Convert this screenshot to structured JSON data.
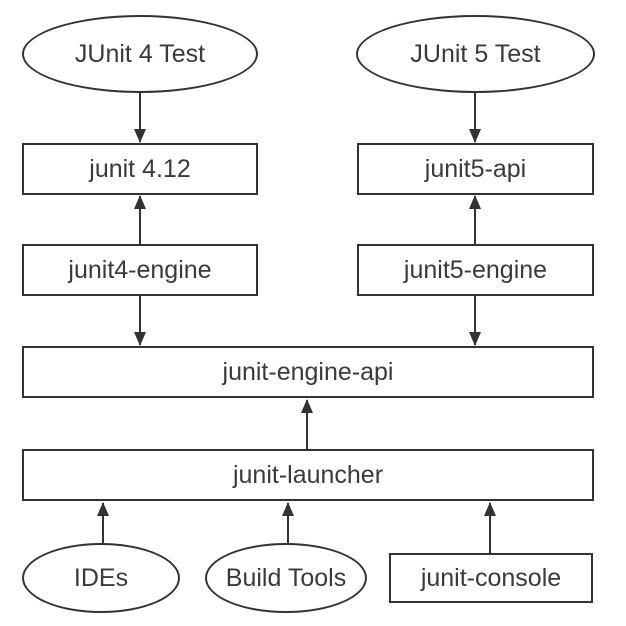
{
  "diagram": {
    "description": "JUnit 5 architecture module diagram",
    "colors": {
      "background": "#ffffff",
      "stroke": "#333333",
      "text": "#3a3a3a"
    },
    "nodes": {
      "junit4_test": {
        "label": "JUnit 4 Test",
        "shape": "ellipse"
      },
      "junit5_test": {
        "label": "JUnit 5 Test",
        "shape": "ellipse"
      },
      "junit_412": {
        "label": "junit 4.12",
        "shape": "rect"
      },
      "junit5_api": {
        "label": "junit5-api",
        "shape": "rect"
      },
      "junit4_engine": {
        "label": "junit4-engine",
        "shape": "rect"
      },
      "junit5_engine": {
        "label": "junit5-engine",
        "shape": "rect"
      },
      "junit_engine_api": {
        "label": "junit-engine-api",
        "shape": "rect"
      },
      "junit_launcher": {
        "label": "junit-launcher",
        "shape": "rect"
      },
      "ides": {
        "label": "IDEs",
        "shape": "ellipse"
      },
      "build_tools": {
        "label": "Build Tools",
        "shape": "ellipse"
      },
      "junit_console": {
        "label": "junit-console",
        "shape": "rect"
      }
    },
    "edges": [
      {
        "from": "junit4_test",
        "to": "junit_412",
        "arrow": "down"
      },
      {
        "from": "junit5_test",
        "to": "junit5_api",
        "arrow": "down"
      },
      {
        "from": "junit4_engine",
        "to": "junit_412",
        "arrow": "up"
      },
      {
        "from": "junit5_engine",
        "to": "junit5_api",
        "arrow": "up"
      },
      {
        "from": "junit4_engine",
        "to": "junit_engine_api",
        "arrow": "down"
      },
      {
        "from": "junit5_engine",
        "to": "junit_engine_api",
        "arrow": "down"
      },
      {
        "from": "junit_launcher",
        "to": "junit_engine_api",
        "arrow": "up"
      },
      {
        "from": "ides",
        "to": "junit_launcher",
        "arrow": "up"
      },
      {
        "from": "build_tools",
        "to": "junit_launcher",
        "arrow": "up"
      },
      {
        "from": "junit_console",
        "to": "junit_launcher",
        "arrow": "up"
      }
    ]
  }
}
